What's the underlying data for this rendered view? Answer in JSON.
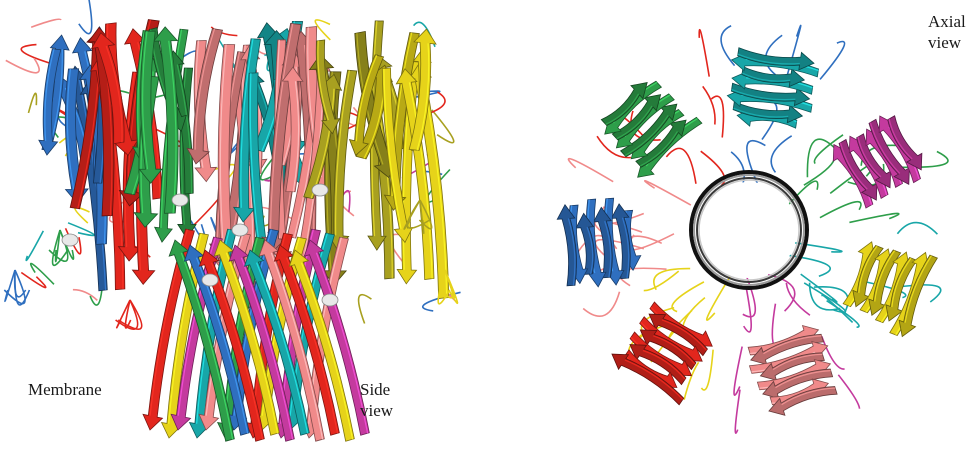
{
  "labels": {
    "membrane": "Membrane",
    "side_line1": "Side",
    "side_line2": "view",
    "axial_line1": "Axial",
    "axial_line2": "view"
  },
  "subunit_colors": [
    "#2f6fbf",
    "#e2261d",
    "#2e9e4a",
    "#f08a8a",
    "#18a6a8",
    "#e6d31a",
    "#c43a9e",
    "#a8a020"
  ]
}
